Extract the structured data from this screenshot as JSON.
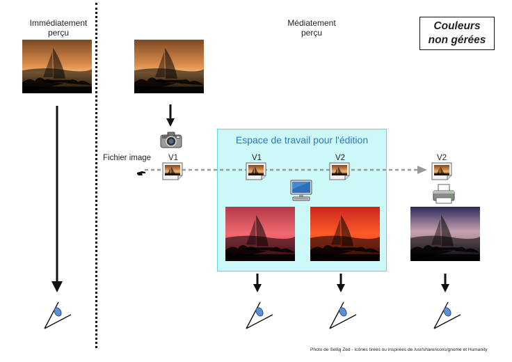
{
  "left_label": "Immédiatement\nperçu",
  "right_label": "Médiatement\nperçu",
  "title_box": "Couleurs\nnon gérées",
  "workspace_title": "Espace de travail pour l'édition",
  "file_label": "Fichier image",
  "versions": [
    "V1",
    "V1",
    "V2",
    "V2"
  ],
  "credit": "Photo de Sellig Zed - Icônes tirées ou inspirées  de /usr/share/icons/gnome et Humanity",
  "icons": {
    "camera": "camera-icon",
    "monitor": "monitor-icon",
    "printer": "printer-icon",
    "eye": "eye-icon",
    "hand": "pointing-hand-icon"
  },
  "colors": {
    "workspace_fill": "#ccf8f8",
    "workspace_border": "#5ed7e3",
    "workspace_title": "#2a78c8",
    "dashed_arrow": "#999999"
  }
}
